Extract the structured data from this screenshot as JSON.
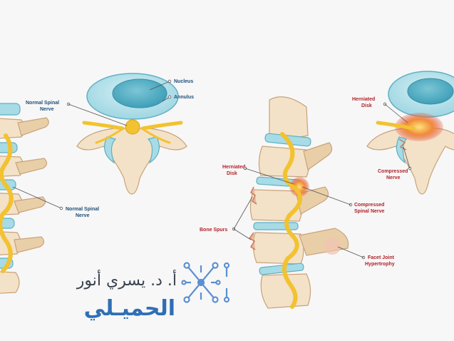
{
  "labels": {
    "nucleus": "Nucleus",
    "annulus": "Annulus",
    "normal_spinal_nerve_top_1": "Normal Spinal",
    "normal_spinal_nerve_top_2": "Nerve",
    "normal_spinal_nerve_side_1": "Normal Spinal",
    "normal_spinal_nerve_side_2": "Nerve",
    "herniated_disk_top_1": "Herniated",
    "herniated_disk_top_2": "Disk",
    "compressed_nerve_1": "Compressed",
    "compressed_nerve_2": "Nerve",
    "herniated_disk_side_1": "Herniated",
    "herniated_disk_side_2": "Disk",
    "compressed_spinal_nerve_1": "Compressed",
    "compressed_spinal_nerve_2": "Spinal Nerve",
    "bone_spurs": "Bone Spurs",
    "facet_joint_1": "Facet Joint",
    "facet_joint_2": "Hypertrophy"
  },
  "logo": {
    "line1": "أ. د. يسري أنور",
    "line2": "الحميـلي"
  },
  "colors": {
    "label_blue": "#1f4e79",
    "label_red": "#b0232a",
    "logo_dark": "#3a4350",
    "logo_blue": "#2f6fb5"
  }
}
